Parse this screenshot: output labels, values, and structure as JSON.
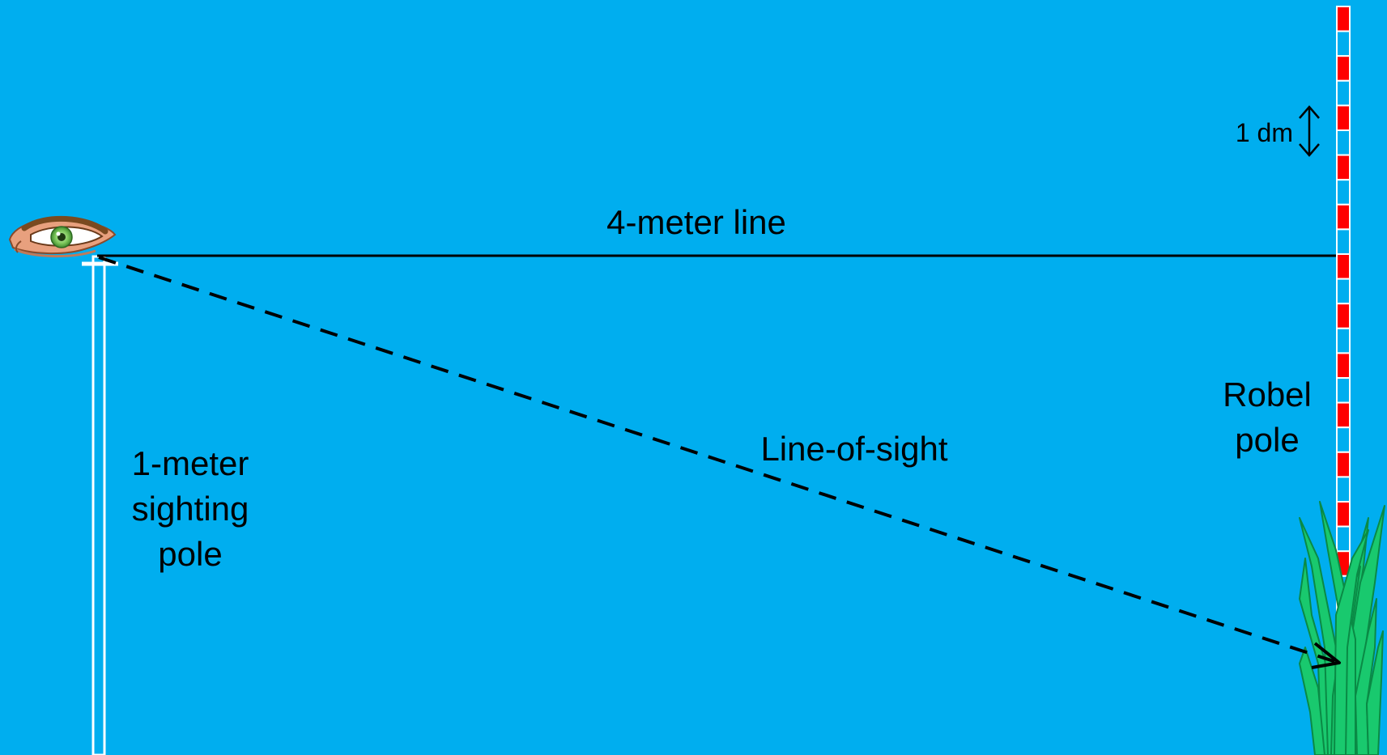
{
  "labels": {
    "four_meter_line": "4-meter line",
    "line_of_sight": "Line-of-sight",
    "sighting_pole": "1-meter\nsighting\npole",
    "robel_pole": "Robel\npole",
    "dm_marker": "1 dm"
  },
  "colors": {
    "background": "#00AEEF",
    "pole_red": "#FF0000",
    "pole_light": "#00AEEF",
    "pole_border": "#FFFFFF",
    "grass_fill": "#19C96E",
    "grass_stroke": "#0A8A45",
    "line": "#000000"
  },
  "icons": [
    "eye-icon",
    "grass-icon",
    "double-arrow-icon"
  ]
}
